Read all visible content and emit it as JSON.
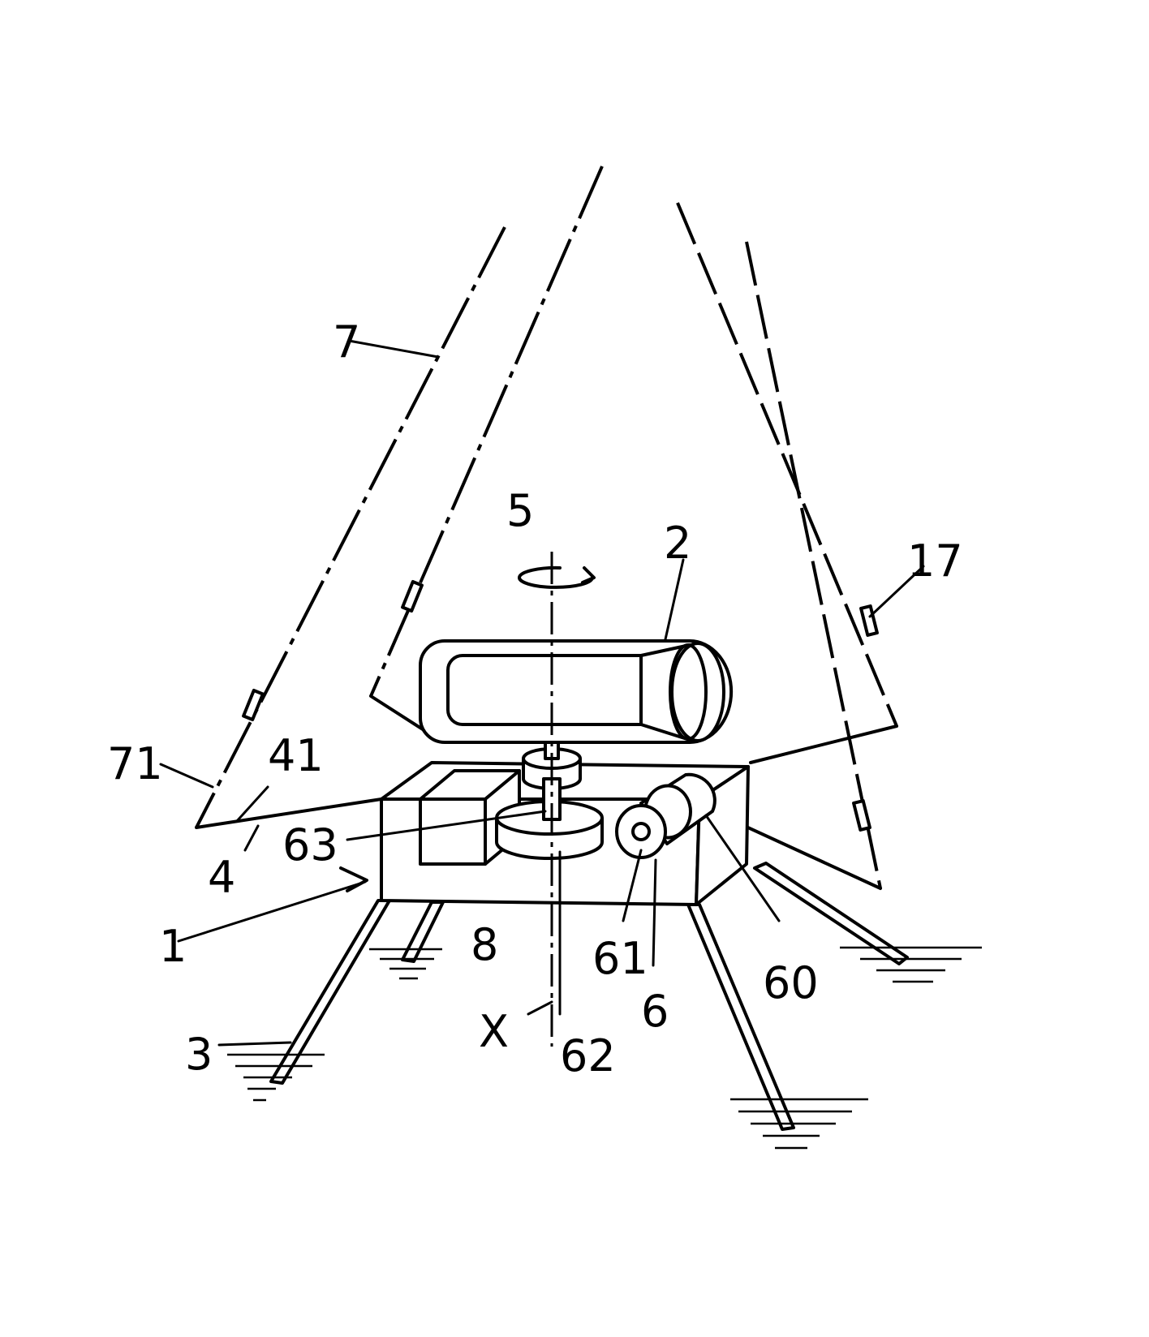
{
  "labels": {
    "l1": "1",
    "l2": "2",
    "l3": "3",
    "l4": "4",
    "l5": "5",
    "l6": "6",
    "l7": "7",
    "l8": "8",
    "l17": "17",
    "l41": "41",
    "l60": "60",
    "l61": "61",
    "l62": "62",
    "l63": "63",
    "l71": "71",
    "lX": "X"
  }
}
